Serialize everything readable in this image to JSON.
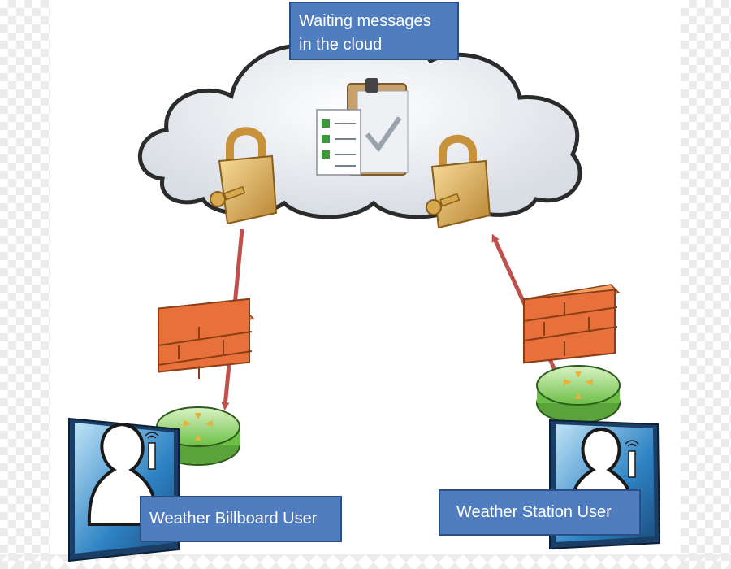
{
  "labels": {
    "cloud": [
      "Waiting messages",
      "in the cloud"
    ],
    "billboard_user": "Weather Billboard User",
    "station_user": "Weather Station User"
  },
  "colors": {
    "label_fill": "#4f7dbf",
    "label_border": "#2c4f83",
    "arrow": "#c0504d",
    "brick": "#e8703a",
    "router_green": "#8fd86a",
    "lock_gold": "#d9a94f"
  },
  "icons": [
    "cloud-icon",
    "clipboard-checklist-icon",
    "padlock-icon",
    "key-icon",
    "firewall-icon",
    "router-icon",
    "user-silhouette-icon",
    "antenna-icon"
  ]
}
